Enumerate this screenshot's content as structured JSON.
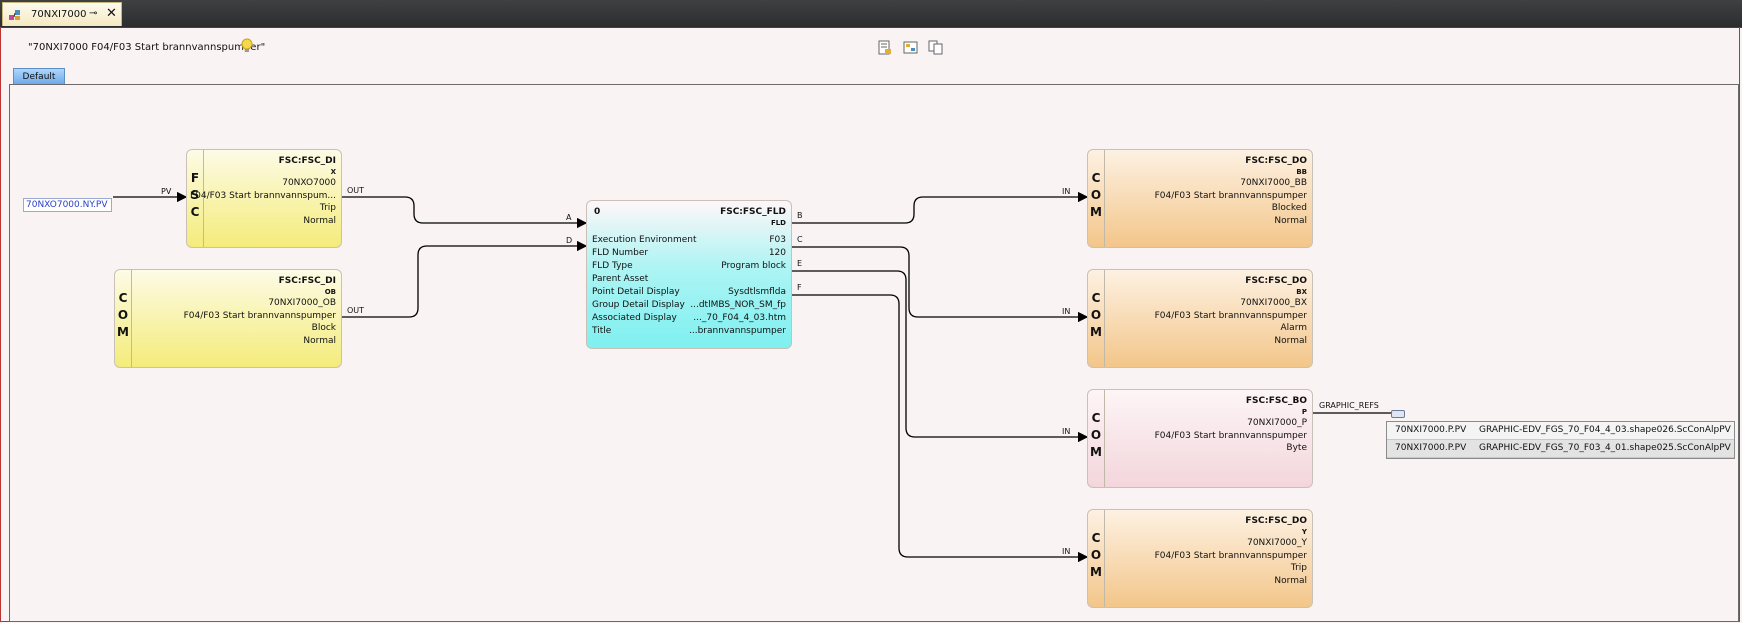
{
  "tab": {
    "title": "70NXI7000",
    "pin_glyph": "⊸",
    "close_glyph": "✕"
  },
  "header": {
    "caption": "\"70NXI7000 F04/F03 Start brannvannspumper\""
  },
  "view_tab": "Default",
  "input_ref": "70NXO7000.NY.PV",
  "blocks": {
    "di_x": {
      "strip": [
        "F",
        "S",
        "C"
      ],
      "lines": [
        "FSC:FSC_DI",
        "X",
        "70NXO7000",
        "F04/F03 Start brannvannspum...",
        "Trip",
        "Normal"
      ]
    },
    "di_ob": {
      "strip": [
        "C",
        "O",
        "M"
      ],
      "lines": [
        "FSC:FSC_DI",
        "OB",
        "70NXI7000_OB",
        "F04/F03 Start brannvannspumper",
        "Block",
        "Normal"
      ]
    },
    "fld": {
      "index": "0",
      "type": "FSC:FSC_FLD",
      "sub": "FLD",
      "rows": [
        [
          "Execution Environment",
          "F03"
        ],
        [
          "FLD Number",
          "120"
        ],
        [
          "FLD Type",
          "Program block"
        ],
        [
          "Parent Asset",
          ""
        ],
        [
          "Point Detail Display",
          "Sysdtlsmflda"
        ],
        [
          "Group Detail Display",
          "...dtlMBS_NOR_SM_fp"
        ],
        [
          "Associated Display",
          "..._70_F04_4_03.htm"
        ],
        [
          "Title",
          "...brannvannspumper"
        ]
      ]
    },
    "do_bb": {
      "strip": [
        "C",
        "O",
        "M"
      ],
      "lines": [
        "FSC:FSC_DO",
        "BB",
        "70NXI7000_BB",
        "F04/F03 Start brannvannspumper",
        "Blocked",
        "Normal"
      ]
    },
    "do_bx": {
      "strip": [
        "C",
        "O",
        "M"
      ],
      "lines": [
        "FSC:FSC_DO",
        "BX",
        "70NXI7000_BX",
        "F04/F03 Start brannvannspumper",
        "Alarm",
        "Normal"
      ]
    },
    "bo_p": {
      "strip": [
        "C",
        "O",
        "M"
      ],
      "lines": [
        "FSC:FSC_BO",
        "P",
        "70NXI7000_P",
        "F04/F03 Start brannvannspumper",
        "Byte"
      ]
    },
    "do_y": {
      "strip": [
        "C",
        "O",
        "M"
      ],
      "lines": [
        "FSC:FSC_DO",
        "Y",
        "70NXI7000_Y",
        "F04/F03 Start brannvannspumper",
        "Trip",
        "Normal"
      ]
    }
  },
  "ports": {
    "pv": "PV",
    "out": "OUT",
    "in": "IN",
    "a": "A",
    "d": "D",
    "b": "B",
    "c": "C",
    "e": "E",
    "f": "F",
    "graphic_refs": "GRAPHIC_REFS"
  },
  "graphic_refs": [
    {
      "point": "70NXI7000.P.PV",
      "shape": "GRAPHIC-EDV_FGS_70_F04_4_03.shape026.ScConAlpPV"
    },
    {
      "point": "70NXI7000.P.PV",
      "shape": "GRAPHIC-EDV_FGS_70_F03_4_01.shape025.ScConAlpPV"
    }
  ]
}
